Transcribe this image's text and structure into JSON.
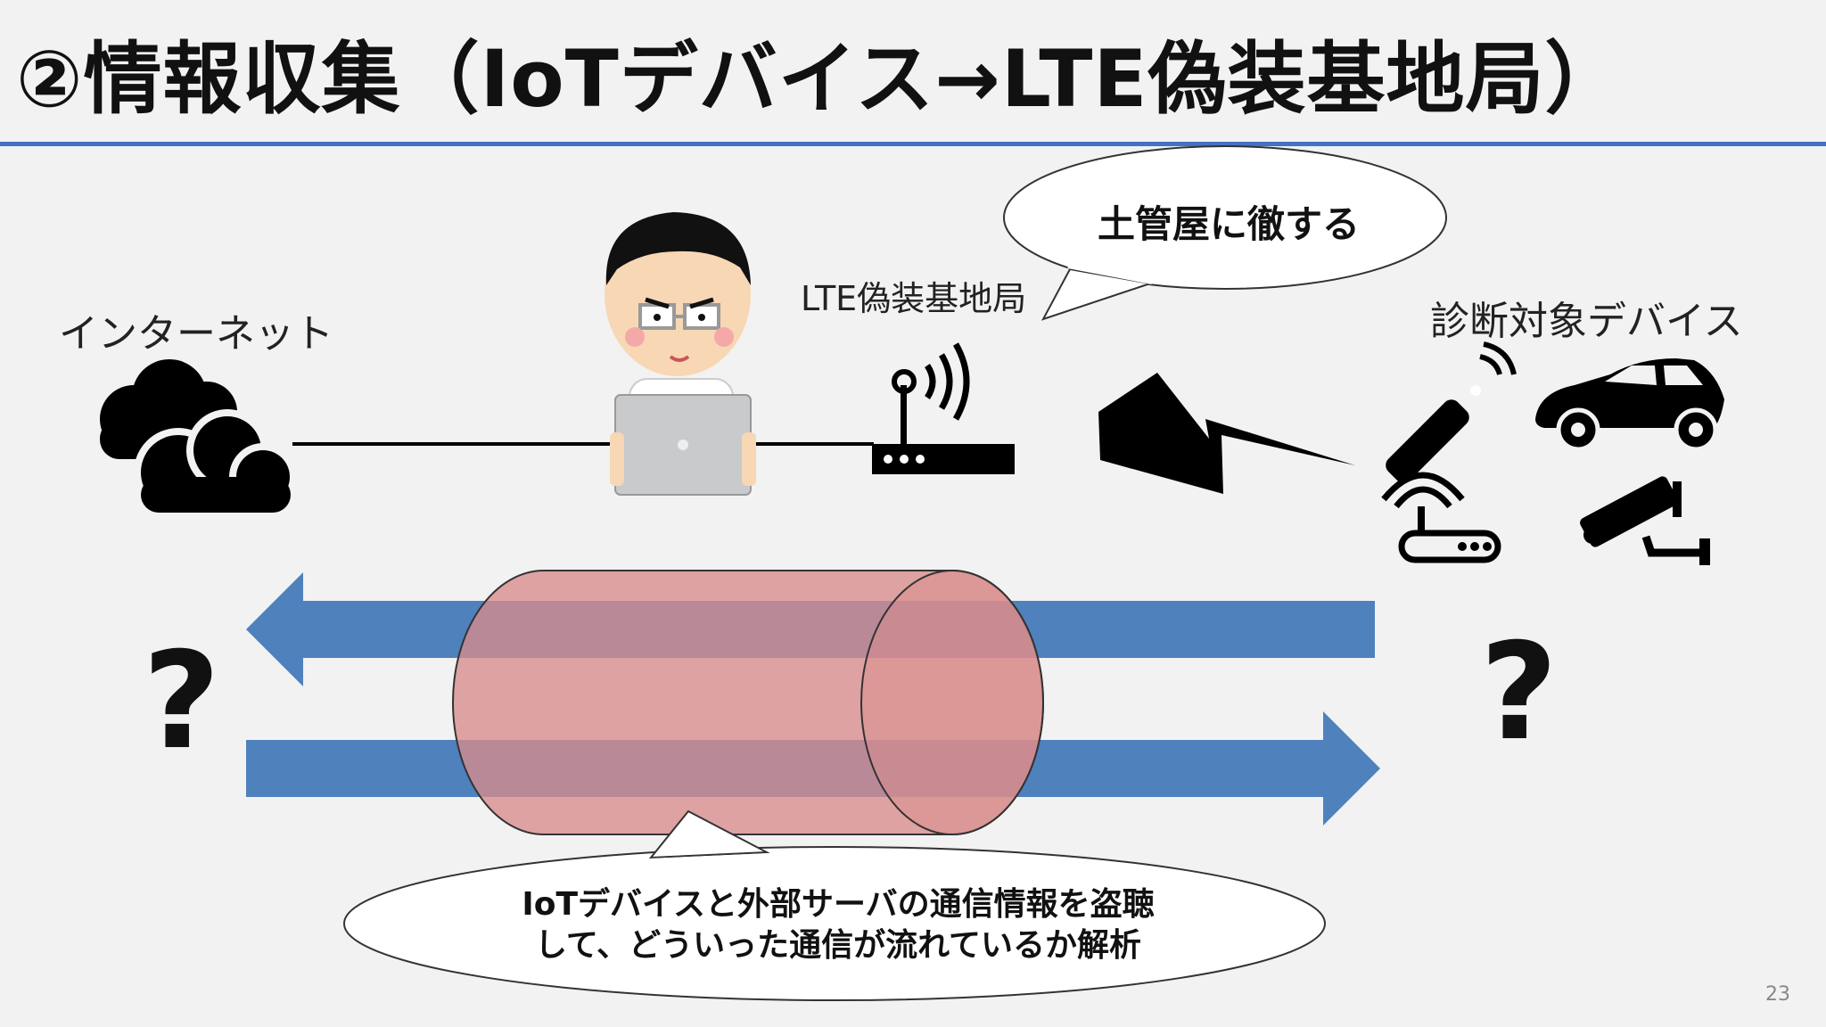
{
  "title": "②情報収集（IoTデバイス→LTE偽装基地局）",
  "labels": {
    "internet": "インターネット",
    "lte_station": "LTE偽装基地局",
    "target_devices": "診断対象デバイス"
  },
  "bubbles": {
    "top": "土管屋に徹する",
    "bottom_line1": "IoTデバイスと外部サーバの通信情報を盗聴",
    "bottom_line2": "して、どういった通信が流れているか解析"
  },
  "question_marks": {
    "left": "?",
    "right": "?"
  },
  "page_number": "23",
  "colors": {
    "accent_rule": "#4472c4",
    "arrow_blue": "#4f81bd",
    "pipe_pink": "#d98c8c"
  },
  "icons": [
    "cloud-icon",
    "person-laptop-icon",
    "lte-router-icon",
    "lightning-icon",
    "remote-icon",
    "car-icon",
    "wifi-router-icon",
    "security-camera-icon"
  ]
}
